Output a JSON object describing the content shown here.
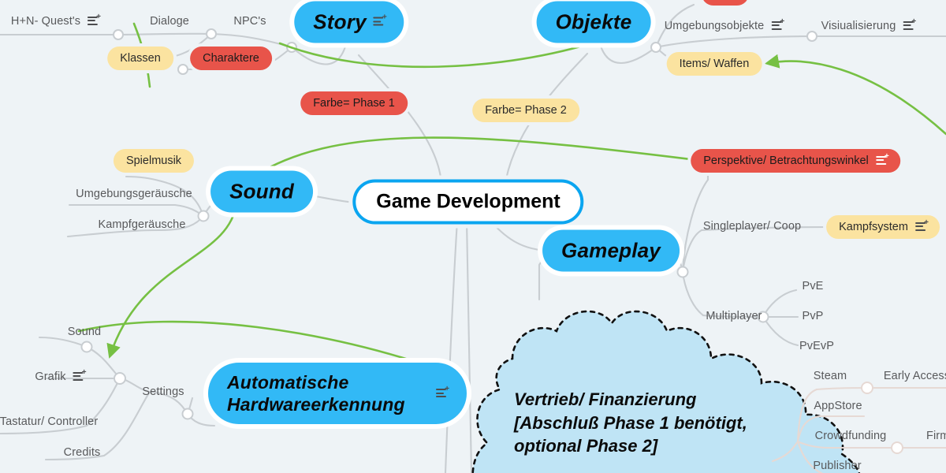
{
  "canvas": {
    "background": "#eef3f6",
    "accent_blue": "#32b9f6",
    "accent_yellow": "#fbe3a0",
    "accent_red": "#e8544a",
    "accent_green": "#76c043",
    "cloud_blue": "#bfe4f5",
    "link_gray": "#c8cdd1"
  },
  "central": {
    "label": "Game Development"
  },
  "branches": {
    "story": {
      "label": "Story",
      "icon": "note-icon"
    },
    "objekte": {
      "label": "Objekte"
    },
    "sound": {
      "label": "Sound"
    },
    "gameplay": {
      "label": "Gameplay"
    },
    "hardware": {
      "label": "Automatische Hardwareerkennung",
      "icon": "note-icon"
    }
  },
  "story_children": [
    {
      "label": "H+N- Quest's",
      "icon": "note-icon"
    },
    {
      "label": "Dialoge"
    },
    {
      "label": "NPC's"
    },
    {
      "label": "Klassen"
    },
    {
      "label": "Charaktere"
    }
  ],
  "objekte_children": [
    {
      "label": "Umgebungsobjekte",
      "icon": "note-icon"
    },
    {
      "label": "Visiualisierung",
      "icon": "note-icon"
    },
    {
      "label": "Items/ Waffen"
    }
  ],
  "legend": [
    {
      "label": "Farbe= Phase 1",
      "color": "red"
    },
    {
      "label": "Farbe= Phase 2",
      "color": "yellow"
    }
  ],
  "sound_children": [
    {
      "label": "Spielmusik"
    },
    {
      "label": "Umgebungsgeräusche"
    },
    {
      "label": "Kampfgeräusche"
    }
  ],
  "gameplay_children": [
    {
      "label": "Perspektive/ Betrachtungswinkel",
      "icon": "note-icon"
    },
    {
      "label": "Singleplayer/ Coop"
    },
    {
      "label": "Kampfsystem",
      "icon": "note-icon"
    },
    {
      "label": "Multiplayer"
    }
  ],
  "multiplayer_children": [
    {
      "label": "PvE"
    },
    {
      "label": "PvP"
    },
    {
      "label": "PvEvP"
    }
  ],
  "settings": {
    "label": "Settings",
    "children": [
      {
        "label": "Sound"
      },
      {
        "label": "Grafik",
        "icon": "note-icon"
      },
      {
        "label": "Tastatur/ Controller"
      },
      {
        "label": "Credits"
      }
    ]
  },
  "cloud": {
    "label": "Vertrieb/ Finanzierung\n[Abschluß Phase 1 benötigt,\noptional Phase 2]"
  },
  "cloud_children": [
    {
      "label": "Steam"
    },
    {
      "label": "Early Access"
    },
    {
      "label": "AppStore"
    },
    {
      "label": "Crowdfunding"
    },
    {
      "label": "Firmen"
    },
    {
      "label": "Publisher"
    }
  ]
}
